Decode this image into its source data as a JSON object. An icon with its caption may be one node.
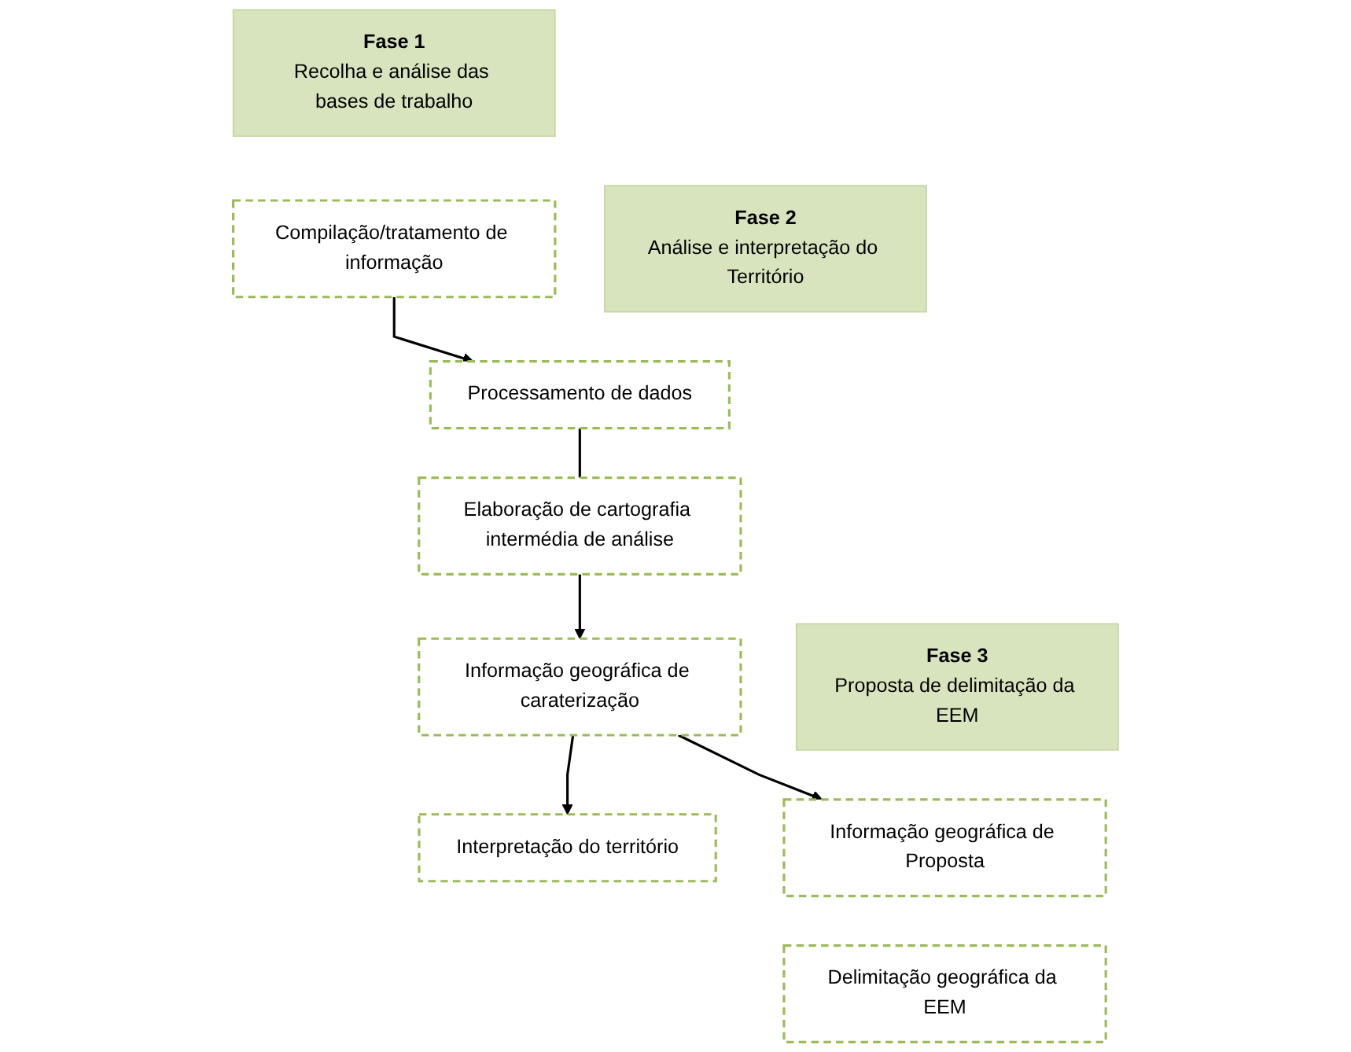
{
  "diagram": {
    "nodes": [
      {
        "text": [
          "Fase 1",
          "Recolha e análise das bases de trabalho"
        ]
      },
      {
        "text": [
          "Fase 2",
          "Análise e interpretação do Território"
        ]
      },
      {
        "text": [
          "Fase 3",
          "Proposta de delimitação da EEM"
        ]
      },
      {
        "text": [
          "Compilação/tratamento de informação"
        ]
      },
      {
        "text": [
          "Processamento de dados"
        ]
      },
      {
        "text": [
          "Elaboração de cartografia intermédia de análise"
        ]
      },
      {
        "text": [
          "Informação geográfica de caraterização"
        ]
      },
      {
        "text": [
          "Interpretação do território"
        ]
      },
      {
        "text": [
          "Informação geográfica de Proposta"
        ]
      },
      {
        "text": [
          "Delimitação geográfica da EEM"
        ]
      }
    ],
    "edges": [
      {
        "from": 3,
        "to": 4,
        "arrow": "to"
      },
      {
        "from": 4,
        "to": 5,
        "arrow": "none"
      },
      {
        "from": 5,
        "to": 6,
        "arrow": "to"
      },
      {
        "from": 6,
        "to": 7,
        "arrow": "to"
      },
      {
        "from": 6,
        "to": 8,
        "arrow": "to"
      }
    ]
  }
}
